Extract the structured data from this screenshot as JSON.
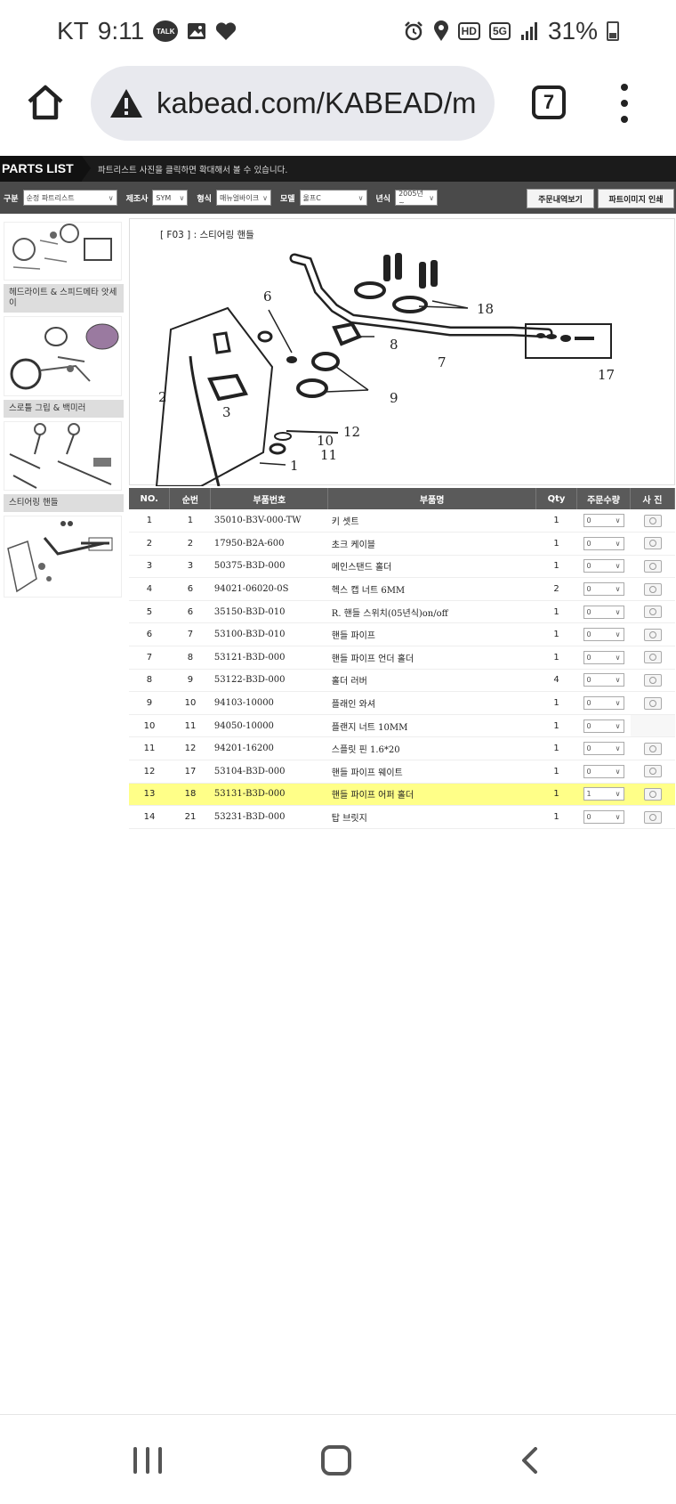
{
  "status_bar": {
    "carrier": "KT",
    "time": "9:11",
    "talk_badge": "TALK",
    "hd_badge": "HD",
    "network": "5G",
    "battery": "31%"
  },
  "browser": {
    "url": "kabead.com/KABEAD/m",
    "tab_count": "7"
  },
  "page": {
    "title": "PARTS LIST",
    "description": "파트리스트 사진을 클릭하면 확대해서 볼 수 있습니다.",
    "filters": [
      {
        "label": "구분",
        "value": "순정 파트리스트",
        "width": 106
      },
      {
        "label": "제조사",
        "value": "SYM",
        "width": 40
      },
      {
        "label": "형식",
        "value": "매뉴얼바이크",
        "width": 62
      },
      {
        "label": "모델",
        "value": "울프C",
        "width": 76
      },
      {
        "label": "년식",
        "value": "2005년~",
        "width": 48
      }
    ],
    "buttons": {
      "order_history": "주문내역보기",
      "print_image": "파트이미지 인쇄"
    },
    "sidebar_categories": [
      "헤드라이트 & 스피드메타 앗세이",
      "스로틀 그립 & 백미러",
      "스티어링 핸들"
    ],
    "diagram_title": "[ F03 ] : 스티어링 핸들",
    "diagram_labels": [
      "6",
      "2",
      "3",
      "8",
      "7",
      "9",
      "18",
      "17",
      "10",
      "12",
      "11",
      "1"
    ],
    "table": {
      "headers": [
        "NO.",
        "순번",
        "부품번호",
        "부품명",
        "Qty",
        "주문수량",
        "사 진"
      ],
      "rows": [
        {
          "no": "1",
          "seq": "1",
          "part_no": "35010-B3V-000-TW",
          "name": "키 셋트",
          "qty": "1",
          "order": "0",
          "photo": true
        },
        {
          "no": "2",
          "seq": "2",
          "part_no": "17950-B2A-600",
          "name": "초크 케이블",
          "qty": "1",
          "order": "0",
          "photo": true
        },
        {
          "no": "3",
          "seq": "3",
          "part_no": "50375-B3D-000",
          "name": "메인스탠드 홀더",
          "qty": "1",
          "order": "0",
          "photo": true
        },
        {
          "no": "4",
          "seq": "6",
          "part_no": "94021-06020-0S",
          "name": "헥스 캡 너트 6MM",
          "qty": "2",
          "order": "0",
          "photo": true
        },
        {
          "no": "5",
          "seq": "6",
          "part_no": "35150-B3D-010",
          "name": "R. 핸들 스위치(05년식)on/off",
          "qty": "1",
          "order": "0",
          "photo": true
        },
        {
          "no": "6",
          "seq": "7",
          "part_no": "53100-B3D-010",
          "name": "핸들 파이프",
          "qty": "1",
          "order": "0",
          "photo": true
        },
        {
          "no": "7",
          "seq": "8",
          "part_no": "53121-B3D-000",
          "name": "핸들 파이프 언더 홀더",
          "qty": "1",
          "order": "0",
          "photo": true
        },
        {
          "no": "8",
          "seq": "9",
          "part_no": "53122-B3D-000",
          "name": "홀더 러버",
          "qty": "4",
          "order": "0",
          "photo": true
        },
        {
          "no": "9",
          "seq": "10",
          "part_no": "94103-10000",
          "name": "플래인 와셔",
          "qty": "1",
          "order": "0",
          "photo": true
        },
        {
          "no": "10",
          "seq": "11",
          "part_no": "94050-10000",
          "name": "플랜지 너트 10MM",
          "qty": "1",
          "order": "0",
          "photo": false
        },
        {
          "no": "11",
          "seq": "12",
          "part_no": "94201-16200",
          "name": "스플릿 핀 1.6*20",
          "qty": "1",
          "order": "0",
          "photo": true
        },
        {
          "no": "12",
          "seq": "17",
          "part_no": "53104-B3D-000",
          "name": "핸들 파이프 웨이트",
          "qty": "1",
          "order": "0",
          "photo": true
        },
        {
          "no": "13",
          "seq": "18",
          "part_no": "53131-B3D-000",
          "name": "핸들 파이프 어퍼 홀더",
          "qty": "1",
          "order": "1",
          "photo": true,
          "highlight": true
        },
        {
          "no": "14",
          "seq": "21",
          "part_no": "53231-B3D-000",
          "name": "탑 브릿지",
          "qty": "1",
          "order": "0",
          "photo": true
        }
      ]
    }
  }
}
